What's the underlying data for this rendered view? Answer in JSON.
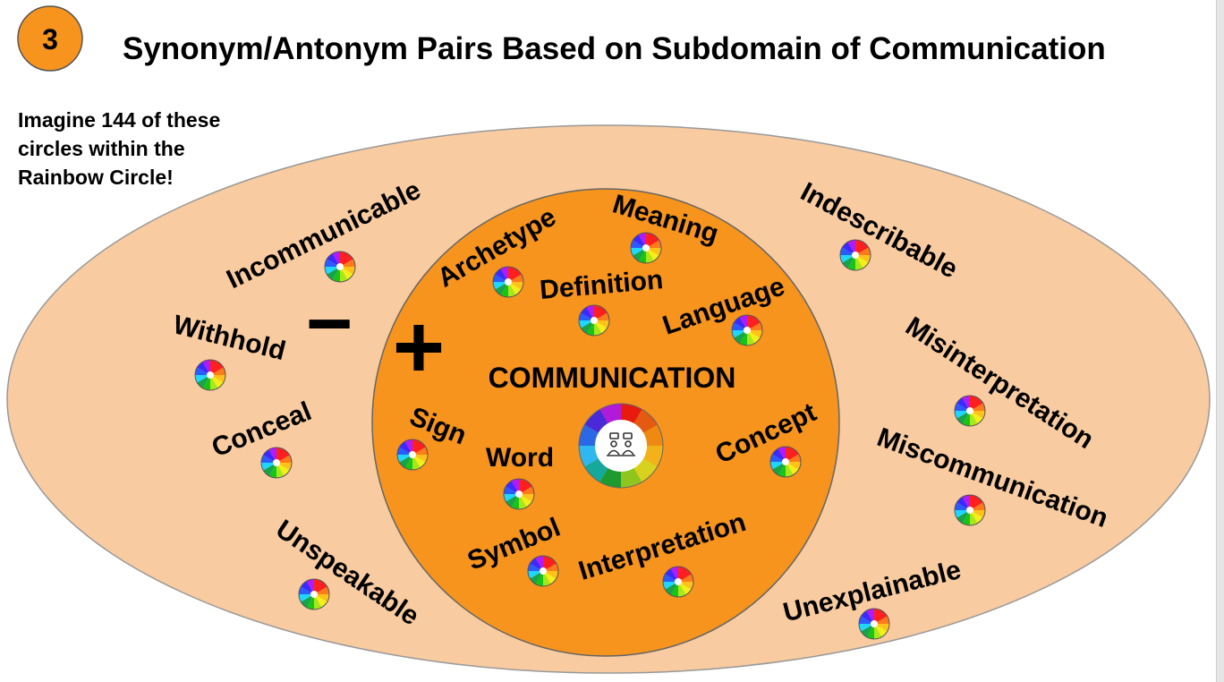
{
  "header": {
    "badge_number": "3",
    "title": "Synonym/Antonym Pairs Based on Subdomain of Communication"
  },
  "note": {
    "line1": "Imagine 144 of these",
    "line2": "circles within the",
    "line3": "Rainbow Circle!"
  },
  "center": {
    "title": "COMMUNICATION",
    "icon": "people-conversation-icon"
  },
  "signs": {
    "minus": "−",
    "plus": "+"
  },
  "synonyms": [
    "Archetype",
    "Meaning",
    "Definition",
    "Language",
    "Sign",
    "Word",
    "Concept",
    "Symbol",
    "Interpretation"
  ],
  "antonyms": [
    "Incommunicable",
    "Withhold",
    "Conceal",
    "Unspeakable",
    "Indescribable",
    "Misinterpretation",
    "Miscommunication",
    "Unexplainable"
  ],
  "colors": {
    "outer_ellipse": "#f8cba0",
    "inner_circle": "#f7941d",
    "badge": "#f7941d",
    "rainbow": [
      "#ff0000",
      "#ff4000",
      "#ff8000",
      "#ffbf00",
      "#ffee00",
      "#c6ff00",
      "#00c800",
      "#00a0a0",
      "#00c8ff",
      "#0060ff",
      "#2a2aff",
      "#8000ff",
      "#ff00ff",
      "#ff0080"
    ]
  }
}
